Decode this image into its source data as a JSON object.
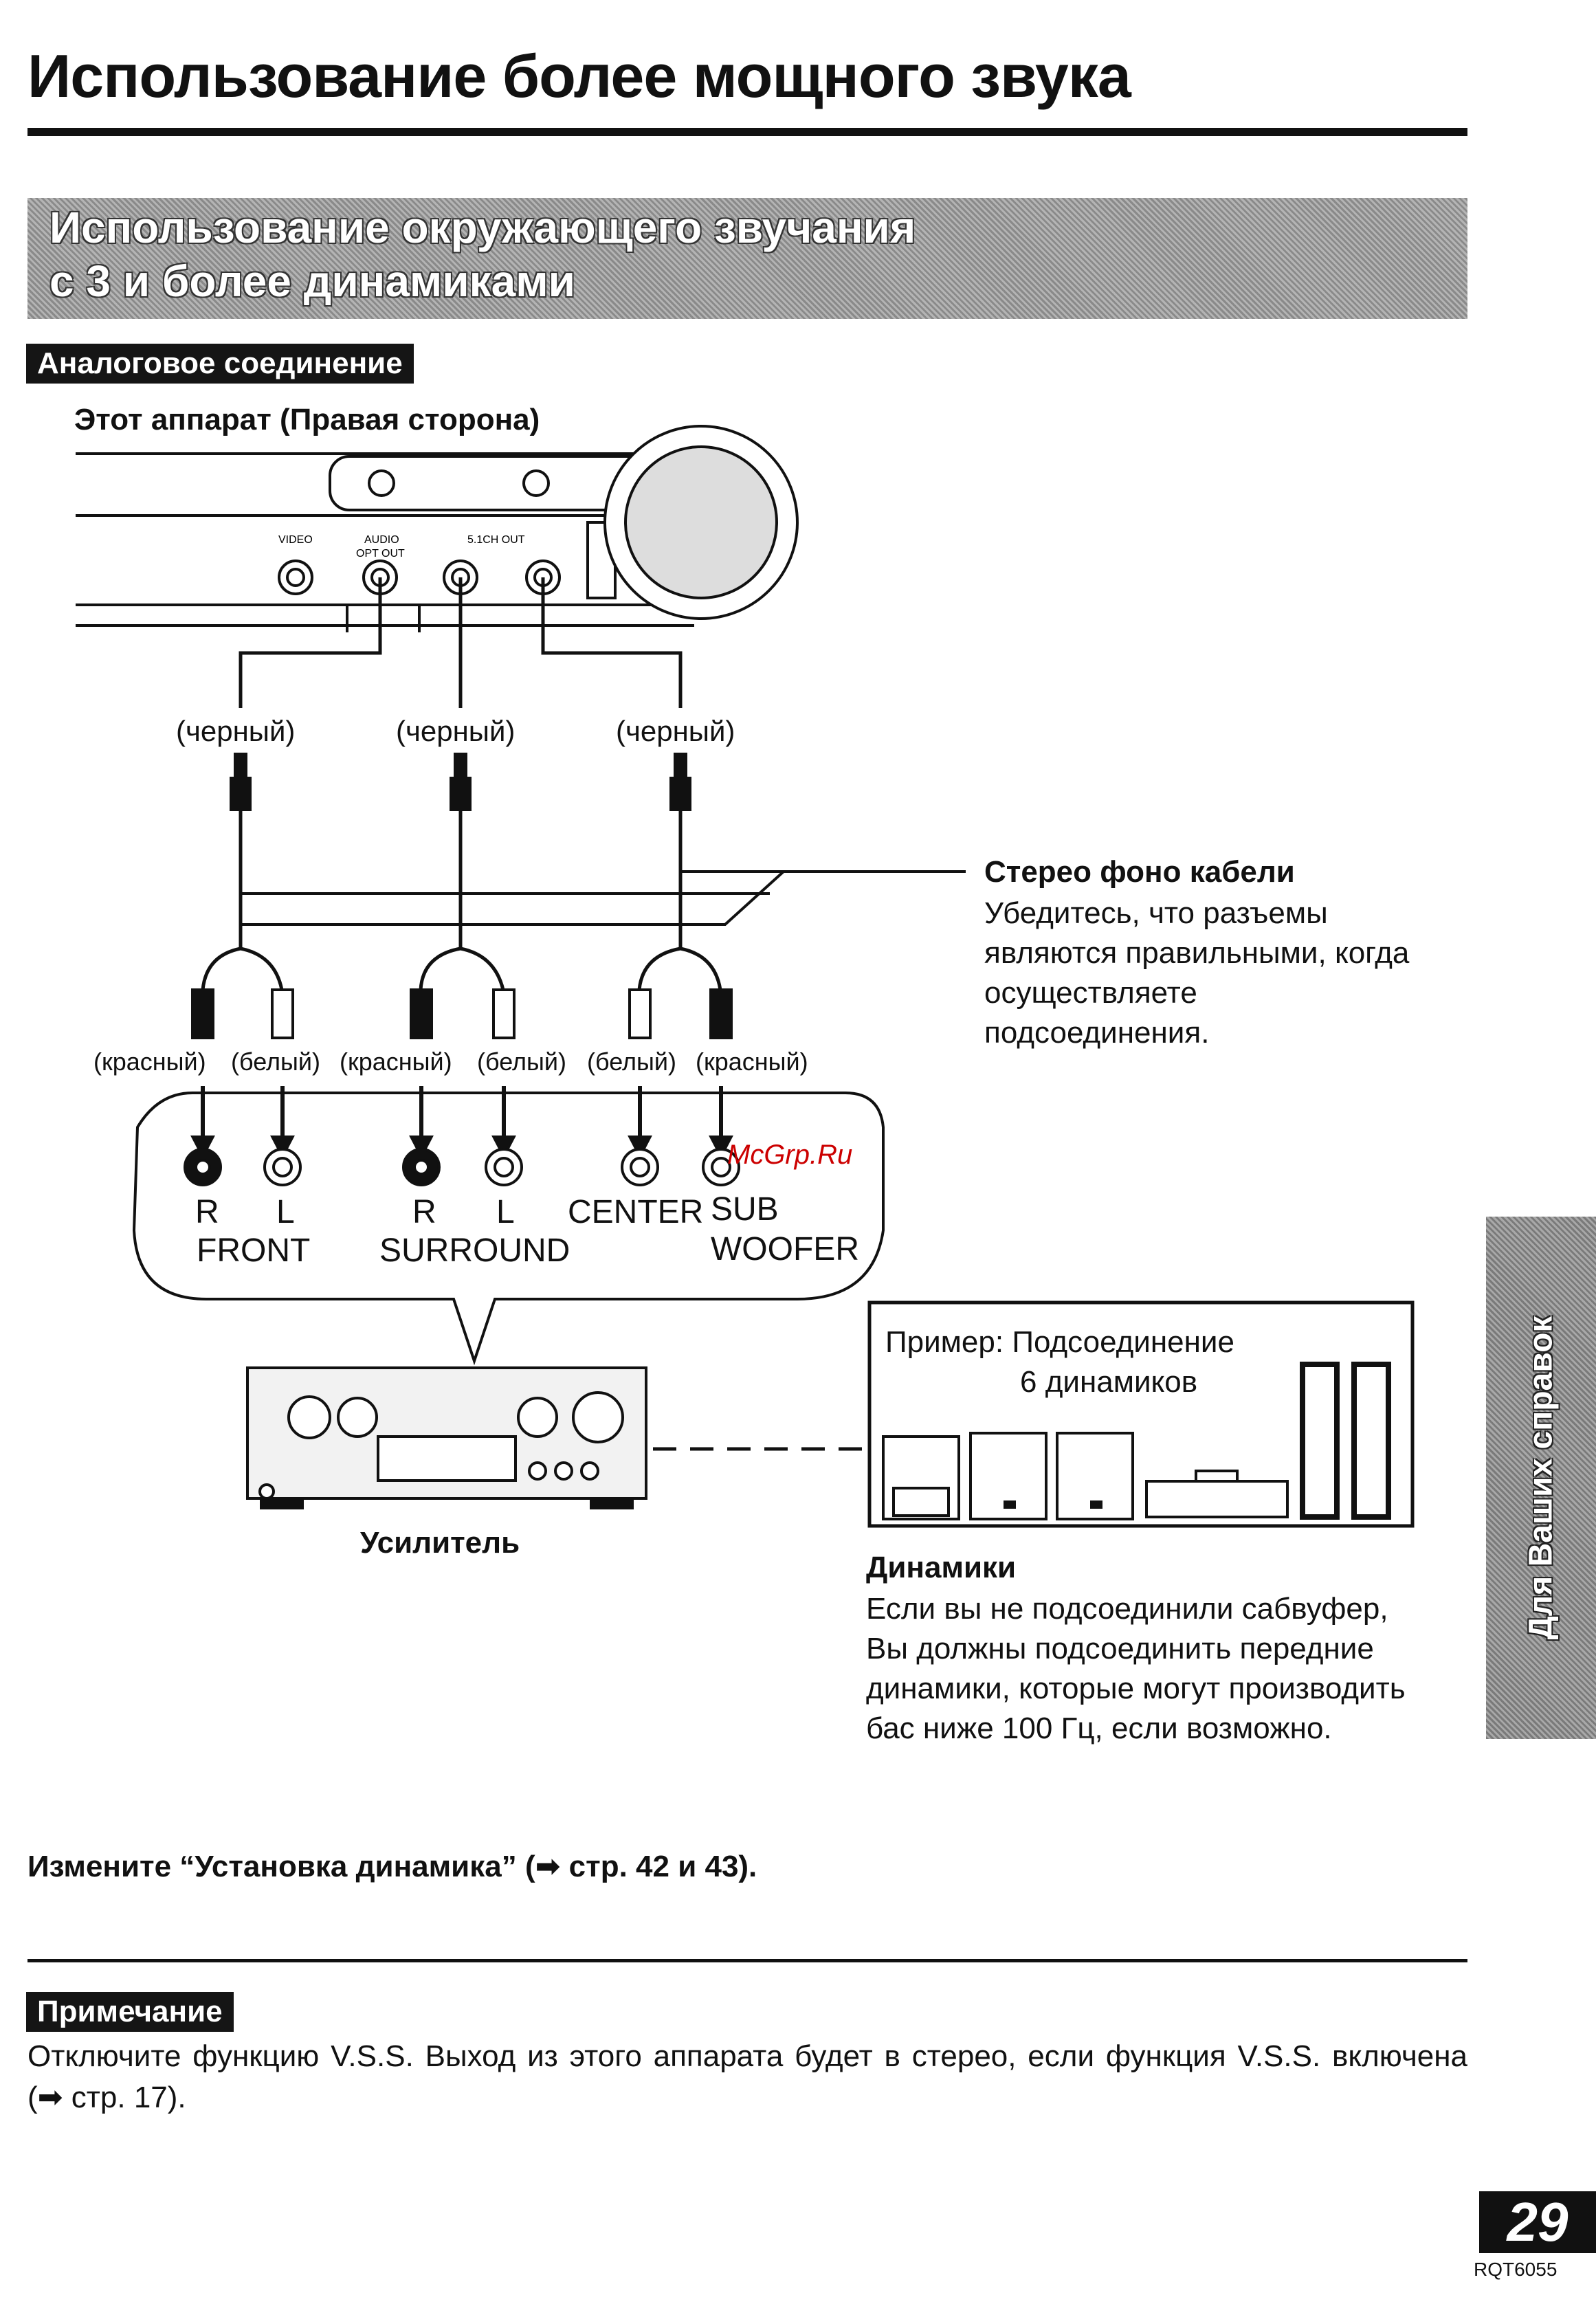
{
  "title": "Использование более мощного звука",
  "section": {
    "line1": "Использование окружающего звучания",
    "line2": "с 3 и более динамиками"
  },
  "analog_tag": "Аналоговое соединение",
  "unit_caption": "Этот аппарат (Правая сторона)",
  "unit_panel_labels": {
    "video": "VIDEO",
    "audio": "AUDIO",
    "opt_out": "OPT OUT",
    "ch51": "5.1CH OUT"
  },
  "plug_colors": [
    "(черный)",
    "(черный)",
    "(черный)"
  ],
  "rca_colors": [
    "(красный)",
    "(белый)",
    "(красный)",
    "(белый)",
    "(белый)",
    "(красный)"
  ],
  "amp_inputs": {
    "front_r": "R",
    "front_l": "L",
    "front": "FRONT",
    "surround_r": "R",
    "surround_l": "L",
    "surround": "SURROUND",
    "center": "CENTER",
    "sub": "SUB",
    "woofer": "WOOFER"
  },
  "cable": {
    "title": "Стерео фоно кабели",
    "lines": [
      "Убедитесь, что разъемы",
      "являются правильными, когда",
      "осуществляете",
      "подсоединения."
    ]
  },
  "example": {
    "line1": "Пример: Подсоединение",
    "line2": "6 динамиков"
  },
  "amp_caption": "Усилитель",
  "speakers": {
    "title": "Динамики",
    "lines": [
      "Если вы не подсоединили сабвуфер,",
      "Вы должны подсоединить передние",
      "динамики, которые могут производить",
      "бас ниже 100 Гц, если возможно."
    ]
  },
  "watermark": "McGrp.Ru",
  "change_note": "Измените “Установка динамика” (➡ стр. 42 и 43).",
  "note_tag": "Примечание",
  "note_text": "Отключите функцию V.S.S. Выход из этого аппарата будет в стерео, если функция V.S.S. включена (➡ стр. 17).",
  "side_tab": "Для Ваших справок",
  "page_number": "29",
  "doc_code": "RQT6055"
}
